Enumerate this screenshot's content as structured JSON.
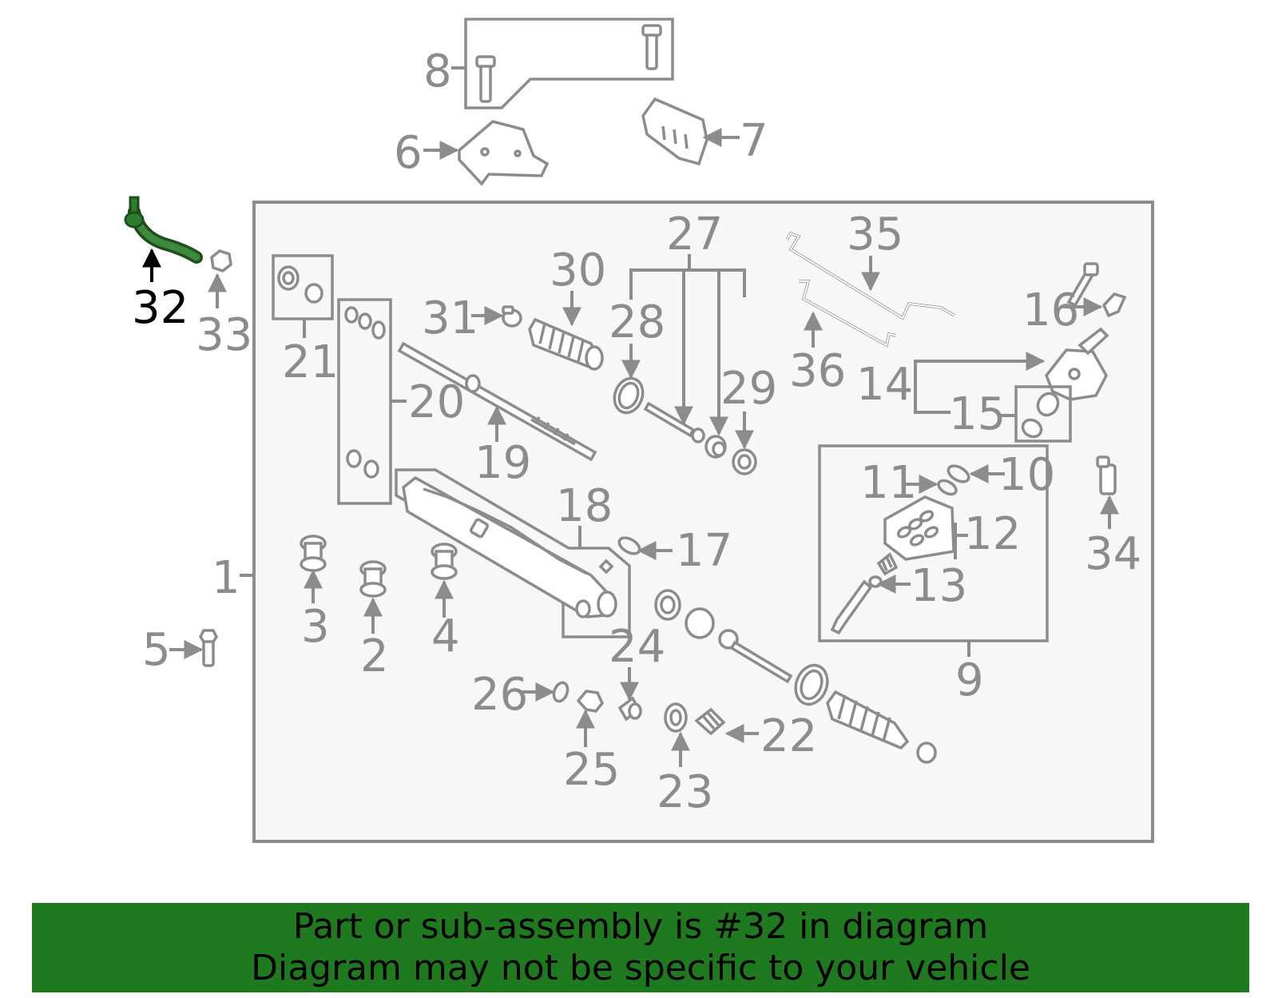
{
  "diagram": {
    "highlighted_part": "32",
    "callouts": {
      "c1": "1",
      "c2": "2",
      "c3": "3",
      "c4": "4",
      "c5": "5",
      "c6": "6",
      "c7": "7",
      "c8": "8",
      "c9": "9",
      "c10": "10",
      "c11": "11",
      "c12": "12",
      "c13": "13",
      "c14": "14",
      "c15": "15",
      "c16": "16",
      "c17": "17",
      "c18": "18",
      "c19": "19",
      "c20": "20",
      "c21": "21",
      "c22": "22",
      "c23": "23",
      "c24": "24",
      "c25": "25",
      "c26": "26",
      "c27": "27",
      "c28": "28",
      "c29": "29",
      "c30": "30",
      "c31": "31",
      "c32": "32",
      "c33": "33",
      "c34": "34",
      "c35": "35",
      "c36": "36"
    }
  },
  "banner": {
    "line1": "Part or sub-assembly is #32 in diagram",
    "line2": "Diagram may not be specific to your vehicle"
  },
  "colors": {
    "banner_bg": "#1f7a1f",
    "highlight": "#2e7d2e",
    "line_gray": "#8c8c8c",
    "panel_fill": "#f7f7f7"
  }
}
